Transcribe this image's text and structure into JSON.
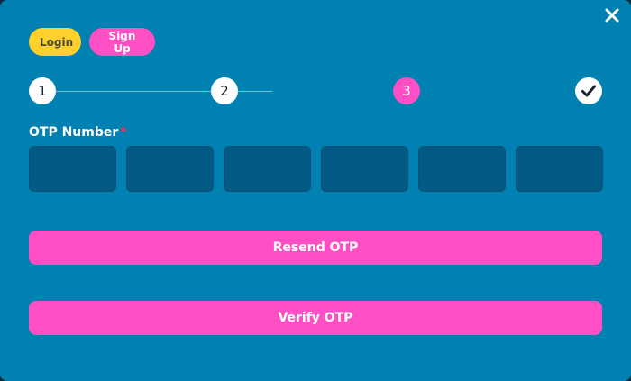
{
  "header": {
    "close_icon": "close-icon",
    "tabs": [
      {
        "label": "Login",
        "color": "#fdd02b"
      },
      {
        "label": "Sign Up",
        "color": "#ff4fc4"
      }
    ]
  },
  "stepper": {
    "steps": [
      {
        "label": "1",
        "state": "done"
      },
      {
        "label": "2",
        "state": "done"
      },
      {
        "label": "3",
        "state": "active"
      },
      {
        "label": "",
        "icon": "check-icon",
        "state": "done"
      }
    ]
  },
  "form": {
    "otp_label": "OTP Number",
    "required_mark": "*",
    "otp_values": [
      "",
      "",
      "",
      "",
      "",
      ""
    ]
  },
  "actions": {
    "resend_label": "Resend OTP",
    "verify_label": "Verify OTP"
  },
  "colors": {
    "modal_bg": "#0180b2",
    "accent_pink": "#ff4fc4",
    "accent_yellow": "#fdd02b",
    "input_bg": "#035a85"
  }
}
